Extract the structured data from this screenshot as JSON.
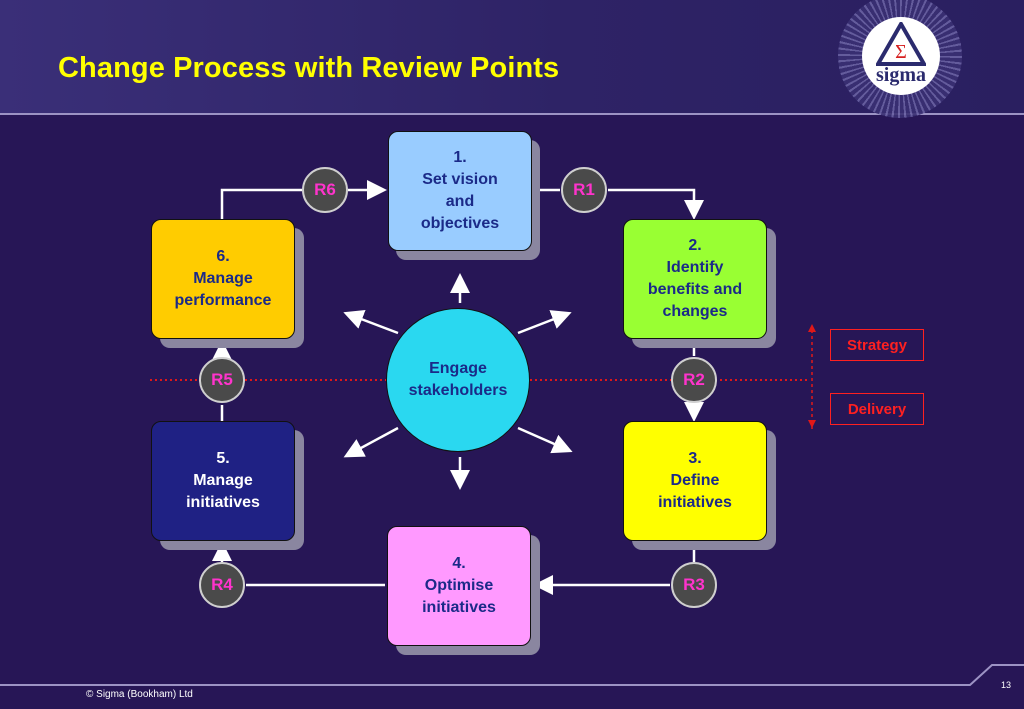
{
  "slide": {
    "title": "Change Process with Review Points",
    "footer": "© Sigma (Bookham) Ltd",
    "page_number": "13",
    "logo": {
      "symbol": "Σ",
      "word": "sigma"
    }
  },
  "steps": [
    {
      "num": "1.",
      "lines": [
        "Set vision",
        "and",
        "objectives"
      ],
      "fill": "#99ccff",
      "text_color": "#1b2a88"
    },
    {
      "num": "2.",
      "lines": [
        "Identify",
        "benefits and",
        "changes"
      ],
      "fill": "#99ff33",
      "text_color": "#1b2a88"
    },
    {
      "num": "3.",
      "lines": [
        "Define",
        "initiatives"
      ],
      "fill": "#ffff00",
      "text_color": "#1b2a88"
    },
    {
      "num": "4.",
      "lines": [
        "Optimise",
        "initiatives"
      ],
      "fill": "#ff99ff",
      "text_color": "#1b2a88"
    },
    {
      "num": "5.",
      "lines": [
        "Manage",
        "initiatives"
      ],
      "fill": "#1f2184",
      "text_color": "#ffffff"
    },
    {
      "num": "6.",
      "lines": [
        "Manage",
        "performance"
      ],
      "fill": "#ffcc00",
      "text_color": "#1b2a88"
    }
  ],
  "center": {
    "lines": [
      "Engage",
      "stakeholders"
    ]
  },
  "review_points": [
    "R1",
    "R2",
    "R3",
    "R4",
    "R5",
    "R6"
  ],
  "zones": {
    "upper": "Strategy",
    "lower": "Delivery"
  },
  "colors": {
    "background": "#271656",
    "title": "#ffff00",
    "review_text": "#ff33cc",
    "zone": "#ff2020"
  }
}
